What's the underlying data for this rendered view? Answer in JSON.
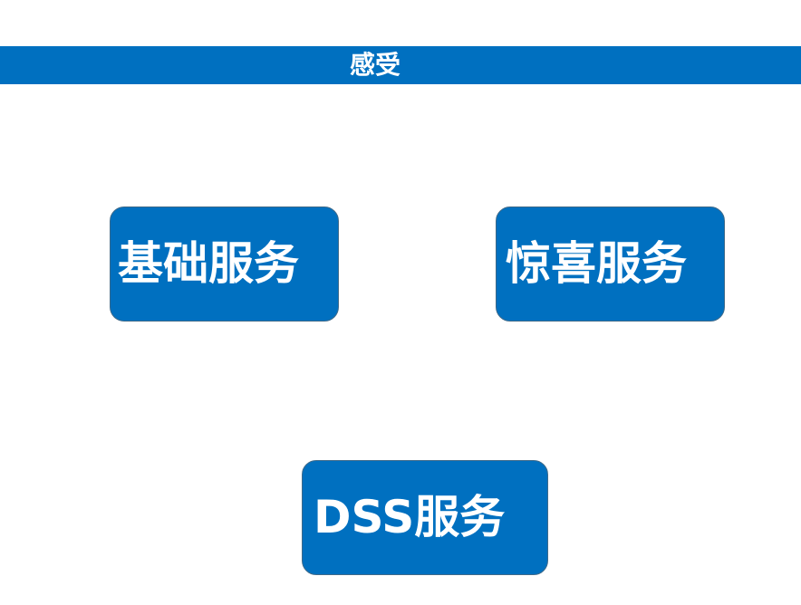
{
  "header": {
    "title": "感受",
    "color": "#0070c0"
  },
  "diagram": {
    "boxes": [
      {
        "label": "基础服务"
      },
      {
        "label": "惊喜服务"
      },
      {
        "label": "DSS服务"
      }
    ],
    "box_color": "#0070c0",
    "text_color": "#ffffff"
  }
}
